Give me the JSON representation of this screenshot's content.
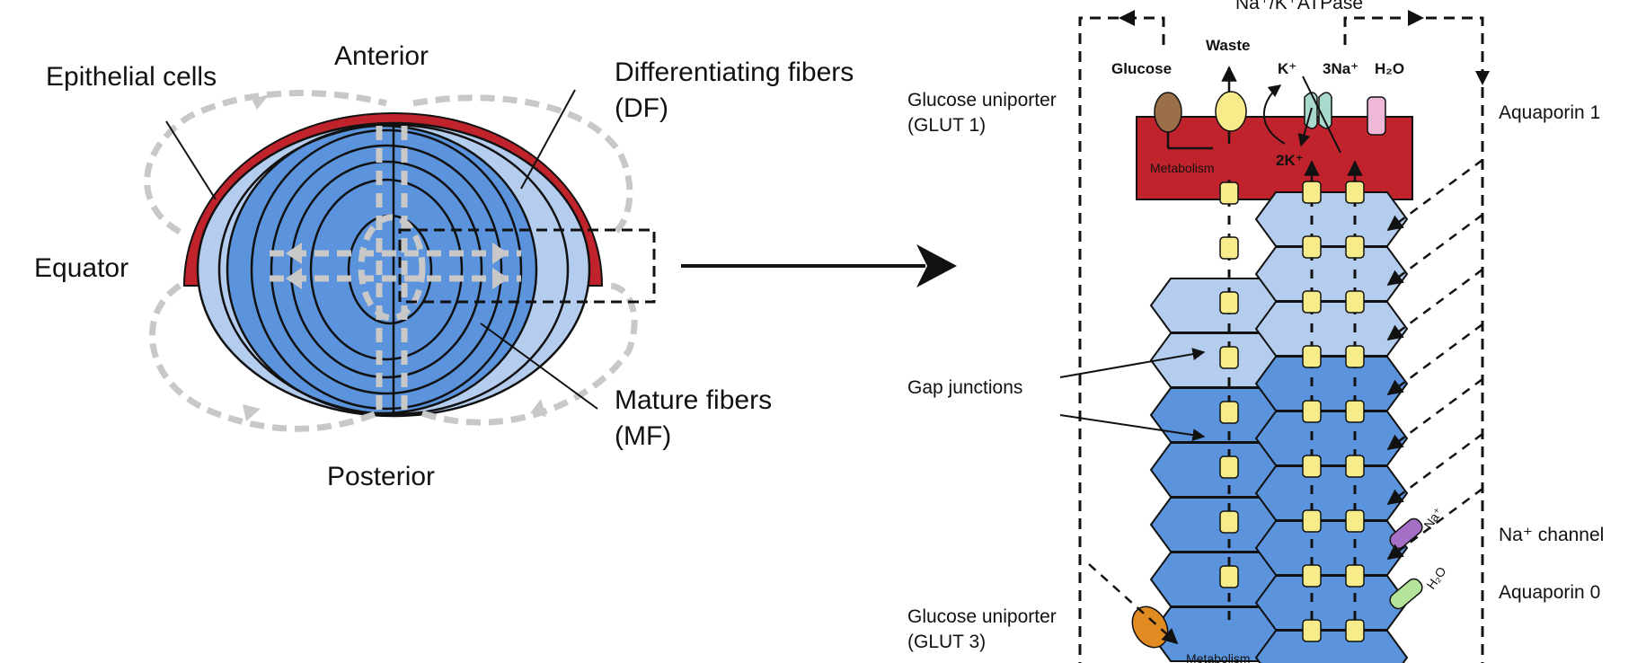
{
  "lens": {
    "labels": {
      "anterior": "Anterior",
      "posterior": "Posterior",
      "equator": "Equator",
      "epithelial": "Epithelial cells",
      "df_line1": "Differentiating fibers",
      "df_line2": "(DF)",
      "mf_line1": "Mature fibers",
      "mf_line2": "(MF)"
    }
  },
  "detail": {
    "labels": {
      "pump_top": "Na⁺/K⁺ATPase",
      "glut1_line1": "Glucose uniporter",
      "glut1_line2": "(GLUT 1)",
      "aquaporin1": "Aquaporin 1",
      "gap_junctions": "Gap junctions",
      "na_channel": "Na⁺ channel",
      "aquaporin0": "Aquaporin 0",
      "glut3_line1": "Glucose uniporter",
      "glut3_line2": "(GLUT 3)",
      "glucose": "Glucose",
      "waste": "Waste",
      "k_plus": "K⁺",
      "three_na": "3Na⁺",
      "h2o_top": "H₂O",
      "metabolism_top": "Metabolism",
      "two_k": "2K⁺",
      "metabolism_bottom": "Metabolism",
      "na_small": "Na⁺",
      "h2o_small": "H₂O"
    }
  },
  "colors": {
    "epithelial_red": "#c0232b",
    "light_fiber_blue": "#b4cdee",
    "mature_fiber_blue": "#5b94dc",
    "gap_junction_yellow": "#f7eb8a",
    "flow_arrow_gray": "#c8c8c8"
  }
}
